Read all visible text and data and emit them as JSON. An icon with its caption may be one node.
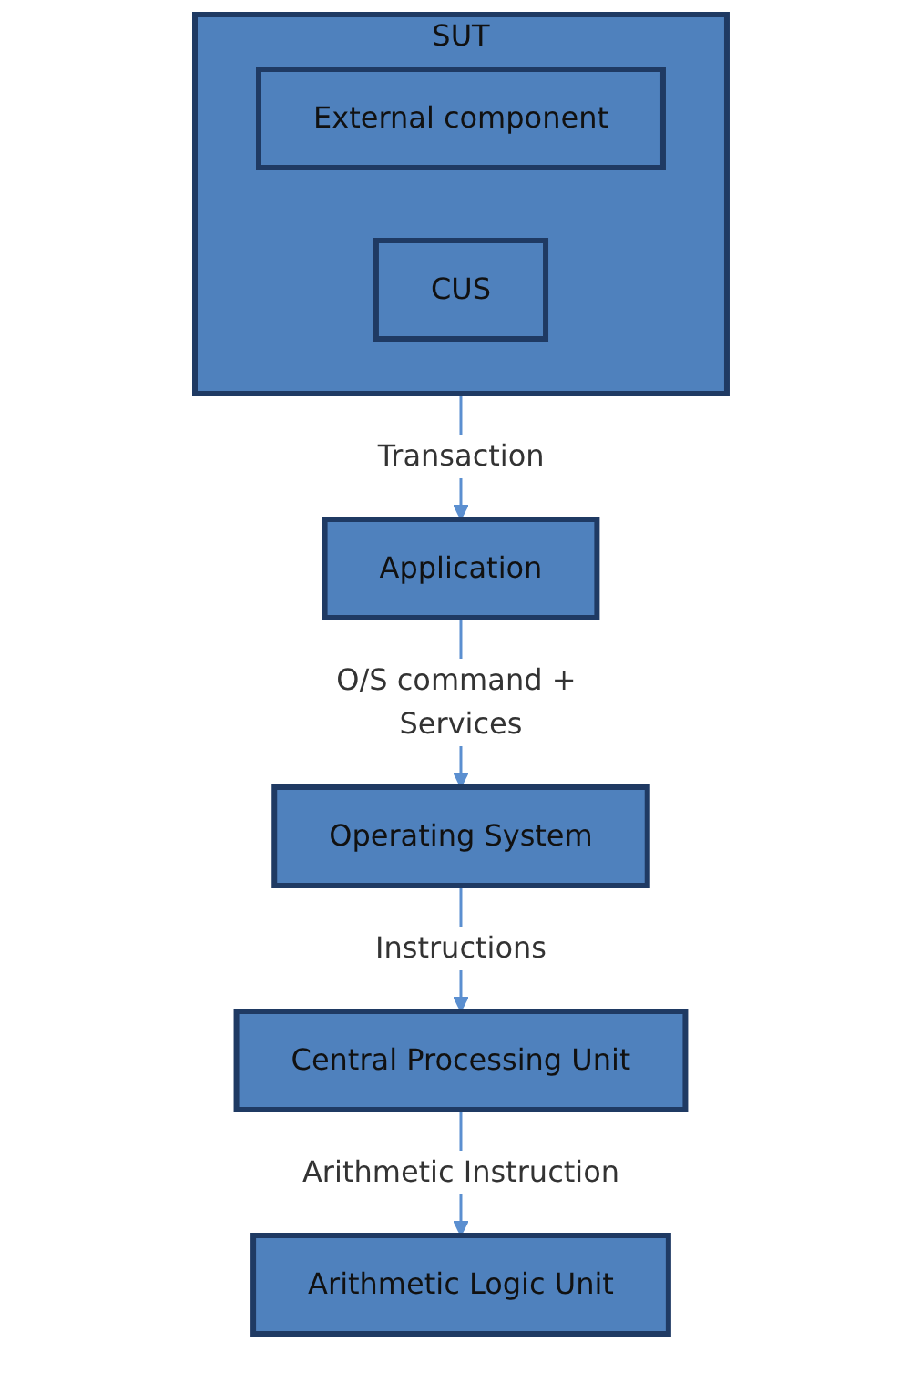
{
  "diagram": {
    "nodes": [
      {
        "text": [
          "SUT"
        ]
      },
      {
        "text": [
          "External component"
        ],
        "in": 0
      },
      {
        "text": [
          "CUS"
        ],
        "in": 0
      },
      {
        "text": [
          "Application"
        ]
      },
      {
        "text": [
          "Operating System"
        ]
      },
      {
        "text": [
          "Central Processing Unit"
        ]
      },
      {
        "text": [
          "Arithmetic Logic Unit"
        ]
      }
    ],
    "edges": [
      {
        "from": 0,
        "to": 3,
        "arrow": "to",
        "label": "Transaction"
      },
      {
        "from": 3,
        "to": 4,
        "arrow": "to",
        "label": "O/S command + Services"
      },
      {
        "from": 4,
        "to": 5,
        "arrow": "to",
        "label": "Instructions"
      },
      {
        "from": 5,
        "to": 6,
        "arrow": "to",
        "label": "Arithmetic Instruction"
      }
    ]
  }
}
